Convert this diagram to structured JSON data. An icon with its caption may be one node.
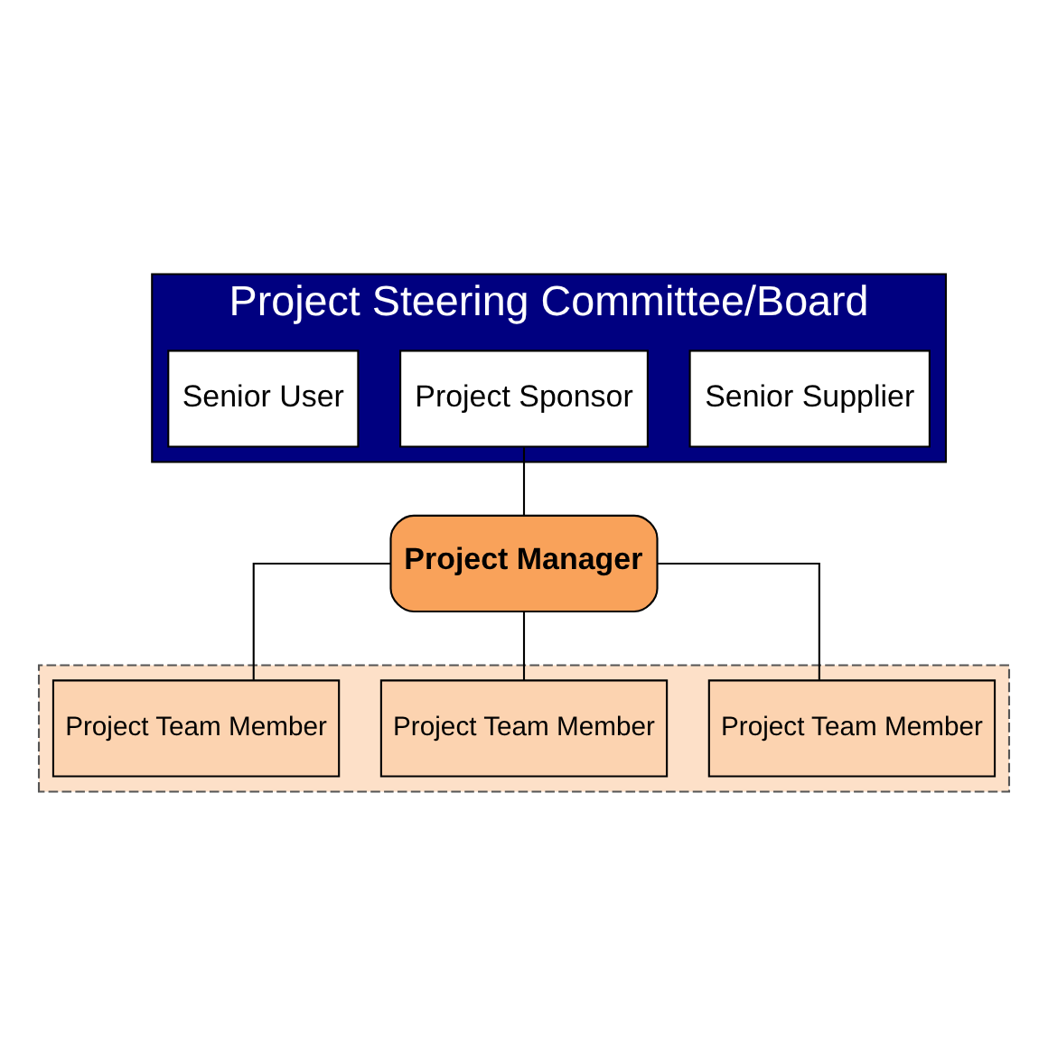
{
  "diagram": {
    "nodes": [
      {
        "text": [
          "Project Steering Committee/Board"
        ]
      },
      {
        "text": [
          "Senior User"
        ],
        "in": 0
      },
      {
        "text": [
          "Project Sponsor"
        ],
        "in": 0
      },
      {
        "text": [
          "Senior Supplier"
        ],
        "in": 0
      },
      {
        "text": [
          "Project Manager"
        ]
      },
      {
        "text": [],
        "shape": "box"
      },
      {
        "text": [
          "Project Team Member"
        ],
        "in": 5
      },
      {
        "text": [
          "Project Team Member"
        ],
        "in": 5
      },
      {
        "text": [
          "Project Team Member"
        ],
        "in": 5
      }
    ],
    "edges": [
      {
        "from": 2,
        "to": 4,
        "arrow": "none"
      },
      {
        "from": 4,
        "to": 6,
        "arrow": "none"
      },
      {
        "from": 4,
        "to": 7,
        "arrow": "none"
      },
      {
        "from": 4,
        "to": 8,
        "arrow": "none"
      }
    ]
  }
}
